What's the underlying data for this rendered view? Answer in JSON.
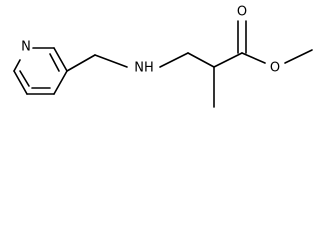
{
  "molecule": {
    "atoms": {
      "pyridine_n": "N",
      "amine_nh": "NH",
      "carbonyl_o": "O",
      "ester_o": "O"
    }
  },
  "colors": {
    "bond": "#000000",
    "background": "#ffffff"
  }
}
